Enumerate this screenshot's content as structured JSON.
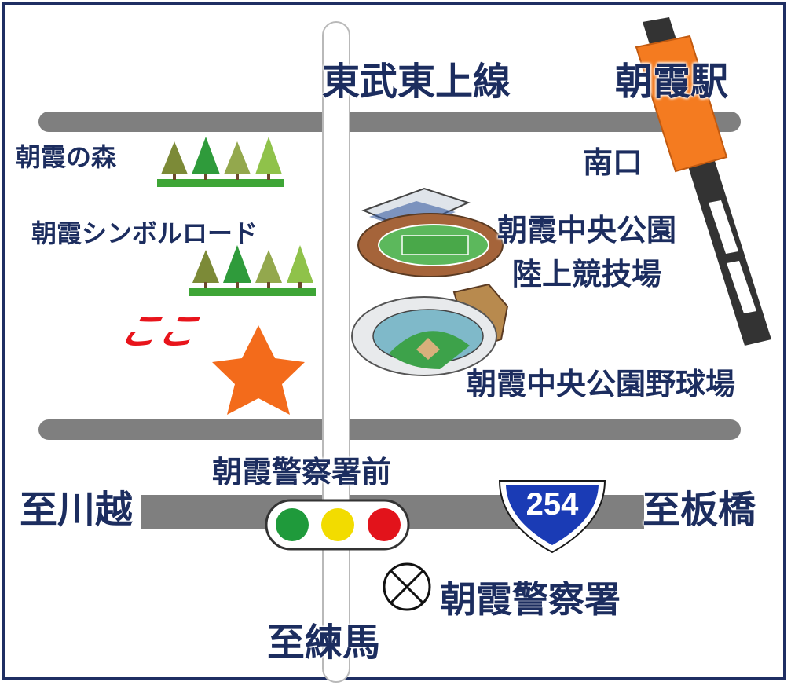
{
  "labels": {
    "line_station": "東武東上線",
    "station": "朝霞駅",
    "south_exit": "南口",
    "forest": "朝霞の森",
    "symbol_road": "朝霞シンボルロード",
    "here": "ここ",
    "stadium_line1": "朝霞中央公園",
    "stadium_line2": "陸上競技場",
    "baseball": "朝霞中央公園野球場",
    "police_front": "朝霞警察署前",
    "to_kawagoe": "至川越",
    "to_itabashi": "至板橋",
    "to_nerima": "至練馬",
    "police": "朝霞警察署",
    "route_number": "254"
  },
  "icons": [
    "tree-icon",
    "stadium-icon",
    "baseball-stadium-icon",
    "traffic-light-icon",
    "police-station-icon",
    "star-marker-icon",
    "route-shield-icon",
    "station-icon"
  ],
  "colors": {
    "text": "#1c2d5f",
    "road": "#808080",
    "star": "#f36b1b",
    "station": "#f47b20",
    "route_shield": "#1a3bb5",
    "here_text": "#e8141b"
  }
}
